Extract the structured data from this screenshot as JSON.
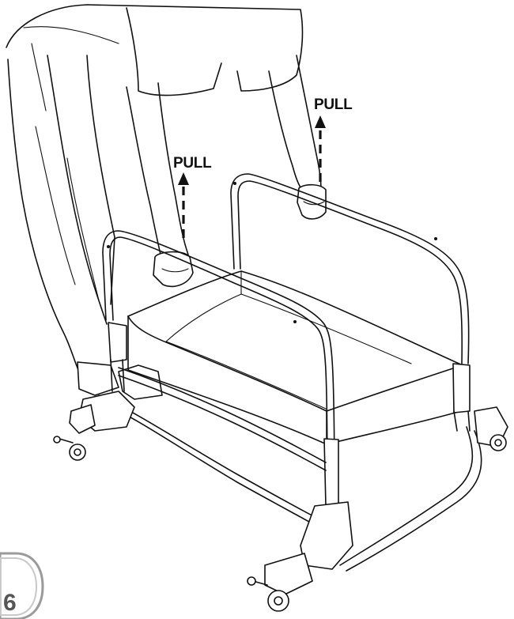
{
  "labels": {
    "pull_left": "PULL",
    "pull_right": "PULL"
  },
  "step_number": "6",
  "colors": {
    "line": "#111111",
    "badge": "#808080"
  },
  "icons": [
    "arrow-up-icon",
    "arrow-up-icon"
  ]
}
